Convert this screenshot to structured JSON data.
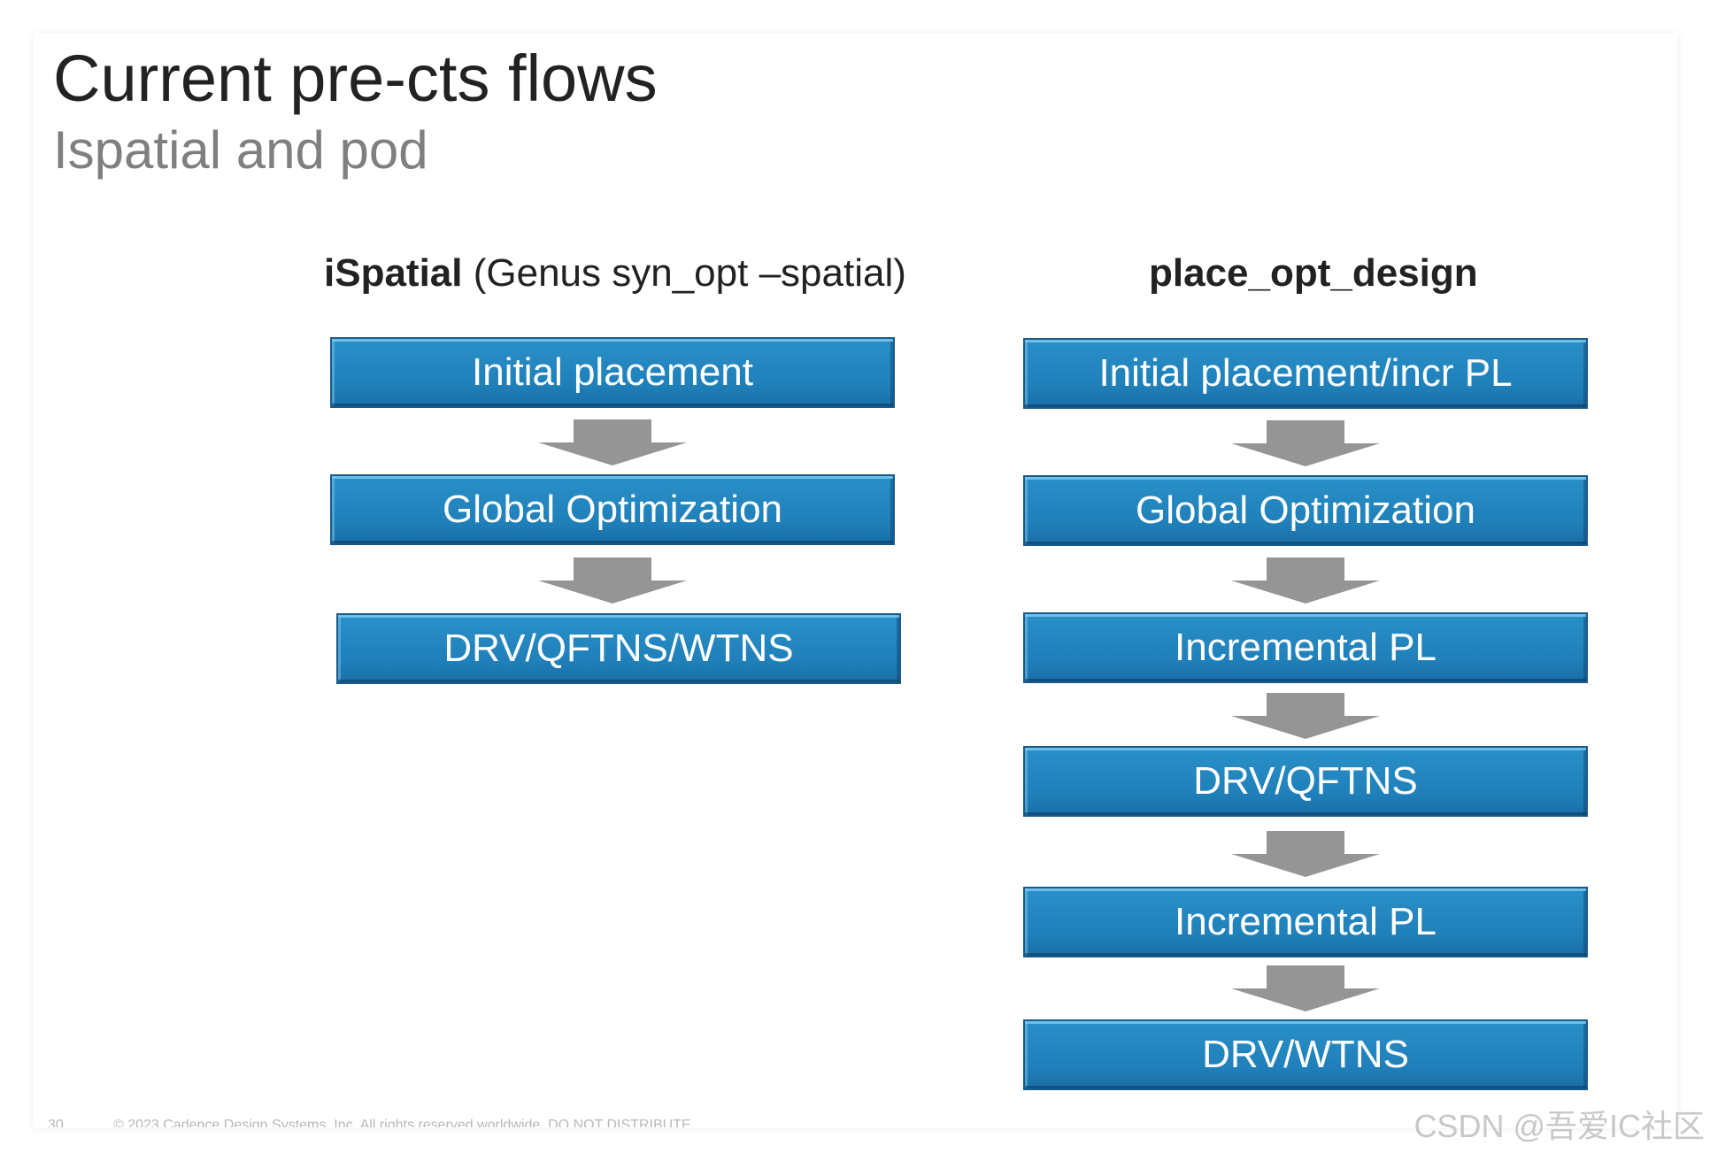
{
  "slide": {
    "title": "Current pre-cts flows",
    "subtitle": "Ispatial and pod"
  },
  "left_column": {
    "heading_bold": "iSpatial",
    "heading_rest": " (Genus syn_opt –spatial)",
    "steps": [
      "Initial placement",
      "Global Optimization",
      "DRV/QFTNS/WTNS"
    ]
  },
  "right_column": {
    "heading_bold": "place_opt_design",
    "steps": [
      "Initial placement/incr PL",
      "Global Optimization",
      "Incremental PL",
      "DRV/QFTNS",
      "Incremental PL",
      "DRV/WTNS"
    ]
  },
  "footer": {
    "page_number": "30",
    "copyright": "© 2023 Cadence Design Systems, Inc. All rights reserved worldwide. DO NOT DISTRIBUTE."
  },
  "watermark": "CSDN @吾爱IC社区",
  "colors": {
    "box_fill": "#1f7fb9",
    "arrow_fill": "#959595"
  }
}
